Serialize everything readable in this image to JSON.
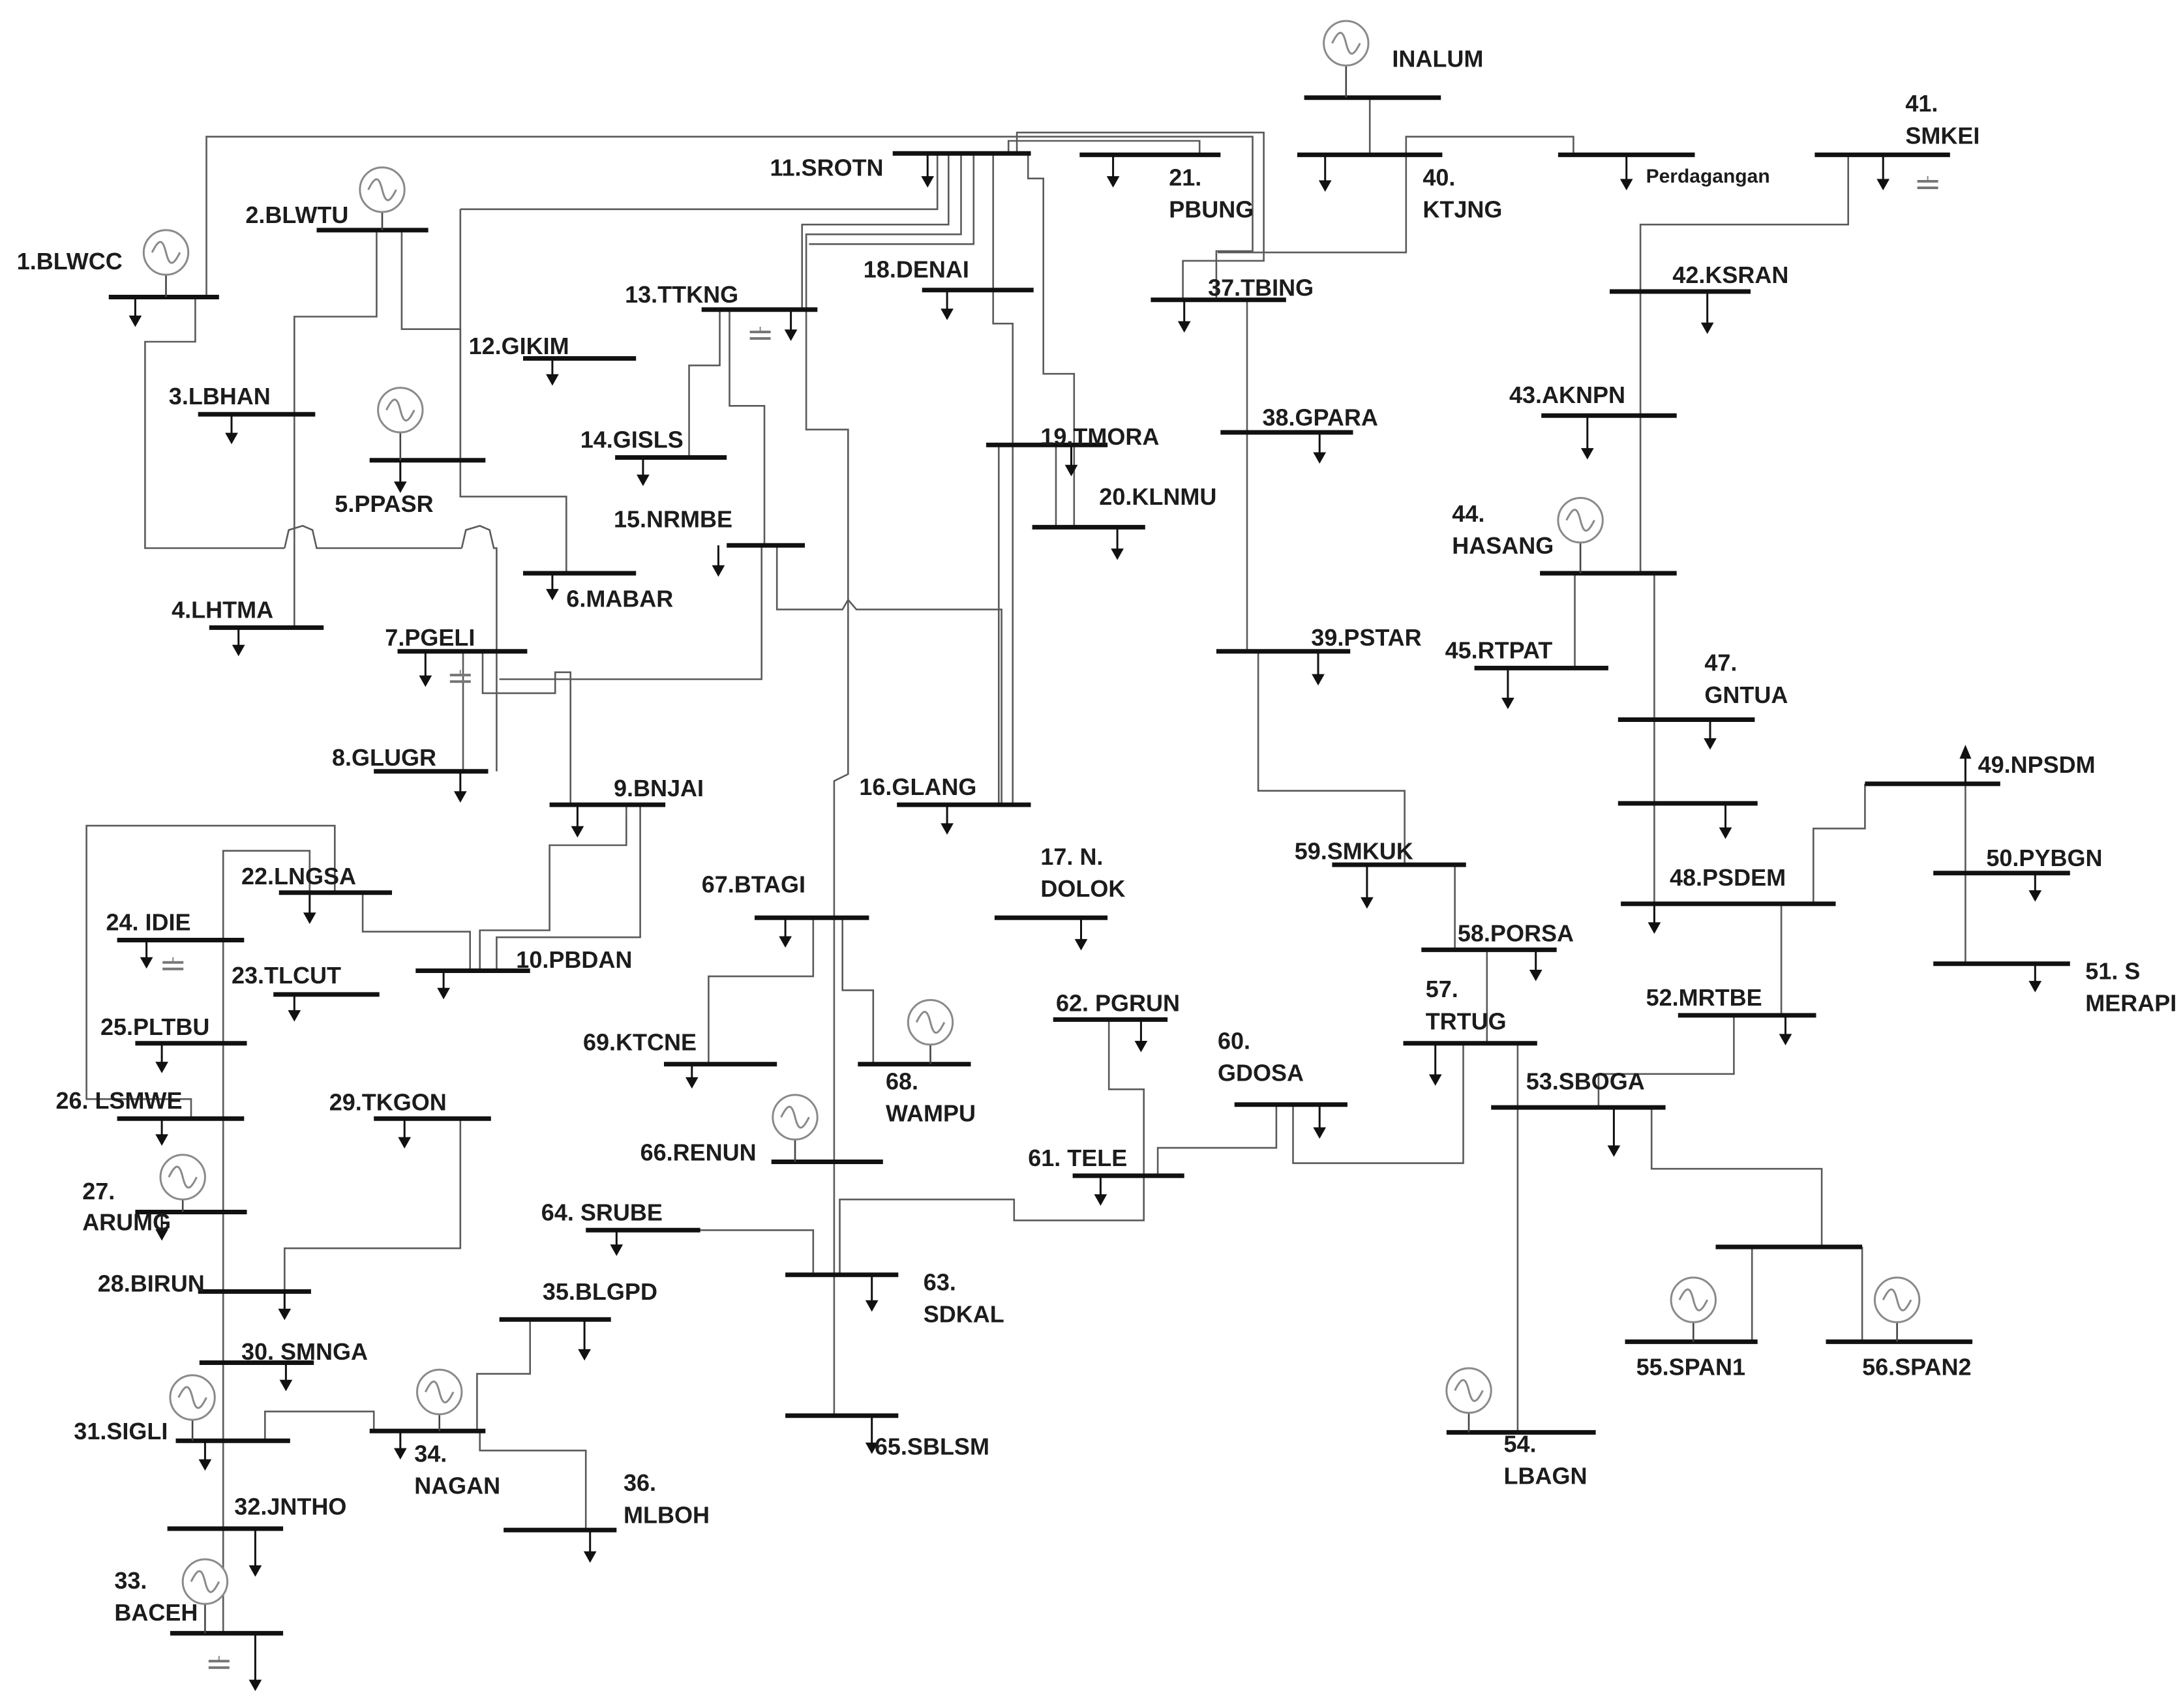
{
  "buses": [
    {
      "id": "b1",
      "name": "1.BLWCC"
    },
    {
      "id": "b2",
      "name": "2.BLWTU"
    },
    {
      "id": "b3",
      "name": "3.LBHAN"
    },
    {
      "id": "b4",
      "name": "4.LHTMA"
    },
    {
      "id": "b5",
      "name": "5.PPASR"
    },
    {
      "id": "b6",
      "name": "6.MABAR"
    },
    {
      "id": "b7",
      "name": "7.PGELI"
    },
    {
      "id": "b8",
      "name": "8.GLUGR"
    },
    {
      "id": "b9",
      "name": "9.BNJAI"
    },
    {
      "id": "b10",
      "name": "10.PBDAN"
    },
    {
      "id": "b11",
      "name": "11.SROTN"
    },
    {
      "id": "b12",
      "name": "12.GIKIM"
    },
    {
      "id": "b13",
      "name": "13.TTKNG"
    },
    {
      "id": "b14",
      "name": "14.GISLS"
    },
    {
      "id": "b15",
      "name": "15.NRMBE"
    },
    {
      "id": "b16",
      "name": "16.GLANG"
    },
    {
      "id": "b17",
      "name": "17. N.",
      "name2": "DOLOK"
    },
    {
      "id": "b18",
      "name": "18.DENAI"
    },
    {
      "id": "b19",
      "name": "19.TMORA"
    },
    {
      "id": "b20",
      "name": "20.KLNMU"
    },
    {
      "id": "b21",
      "name": "21.",
      "name2": "PBUNG"
    },
    {
      "id": "b22",
      "name": "22.LNGSA"
    },
    {
      "id": "b23",
      "name": "23.TLCUT"
    },
    {
      "id": "b24",
      "name": "24. IDIE"
    },
    {
      "id": "b25",
      "name": "25.PLTBU"
    },
    {
      "id": "b26",
      "name": "26. LSMWE"
    },
    {
      "id": "b27",
      "name": "27.",
      "name2": "ARUMG"
    },
    {
      "id": "b28",
      "name": "28.BIRUN"
    },
    {
      "id": "b29",
      "name": "29.TKGON"
    },
    {
      "id": "b30",
      "name": "30. SMNGA"
    },
    {
      "id": "b31",
      "name": "31.SIGLI"
    },
    {
      "id": "b32",
      "name": "32.JNTHO"
    },
    {
      "id": "b33",
      "name": "33.",
      "name2": "BACEH"
    },
    {
      "id": "b34",
      "name": "34.",
      "name2": "NAGAN"
    },
    {
      "id": "b35",
      "name": "35.BLGPD"
    },
    {
      "id": "b36",
      "name": "36.",
      "name2": "MLBOH"
    },
    {
      "id": "b37",
      "name": "37.TBING"
    },
    {
      "id": "b38",
      "name": "38.GPARA"
    },
    {
      "id": "b39",
      "name": "39.PSTAR"
    },
    {
      "id": "b40",
      "name": "40.",
      "name2": "KTJNG"
    },
    {
      "id": "b41",
      "name": "41.",
      "name2": "SMKEI"
    },
    {
      "id": "b42",
      "name": "42.KSRAN"
    },
    {
      "id": "b43",
      "name": "43.AKNPN"
    },
    {
      "id": "b44",
      "name": "44.",
      "name2": "HASANG"
    },
    {
      "id": "b45",
      "name": "45.RTPAT"
    },
    {
      "id": "b46",
      "name": ""
    },
    {
      "id": "b47",
      "name": "47.",
      "name2": "GNTUA"
    },
    {
      "id": "b48",
      "name": "48.PSDEM"
    },
    {
      "id": "b49",
      "name": "49.NPSDM"
    },
    {
      "id": "b50",
      "name": "50.PYBGN"
    },
    {
      "id": "b51",
      "name": "51. S",
      "name2": "MERAPI"
    },
    {
      "id": "b52",
      "name": "52.MRTBE"
    },
    {
      "id": "b53",
      "name": "53.SBOGA"
    },
    {
      "id": "b54",
      "name": "54.",
      "name2": "LBAGN"
    },
    {
      "id": "b55",
      "name": "55.SPAN1"
    },
    {
      "id": "b56",
      "name": "56.SPAN2"
    },
    {
      "id": "b57",
      "name": "57.",
      "name2": "TRTUG"
    },
    {
      "id": "b58",
      "name": "58.PORSA"
    },
    {
      "id": "b59",
      "name": "59.SMKUK"
    },
    {
      "id": "b60",
      "name": "60.",
      "name2": "GDOSA"
    },
    {
      "id": "b61",
      "name": "61. TELE"
    },
    {
      "id": "b62",
      "name": "62. PGRUN"
    },
    {
      "id": "b63",
      "name": "63.",
      "name2": "SDKAL"
    },
    {
      "id": "b64",
      "name": "64. SRUBE"
    },
    {
      "id": "b65",
      "name": "65.SBLSM"
    },
    {
      "id": "b66",
      "name": "66.RENUN"
    },
    {
      "id": "b67",
      "name": "67.BTAGI"
    },
    {
      "id": "b68",
      "name": "68.",
      "name2": "WAMPU"
    },
    {
      "id": "b69",
      "name": "69.KTCNE"
    },
    {
      "id": "inalum",
      "name": "INALUM"
    },
    {
      "id": "perdagangan",
      "name": "Perdagangan"
    },
    {
      "id": "b55b56",
      "name": ""
    }
  ],
  "legend_icons": {
    "generator": "generator-icon",
    "load": "load-arrow-icon",
    "capacitor": "capacitor-icon"
  },
  "colors": {
    "bus": "#111111",
    "line": "#5a5a5a",
    "generator": "#8a8a8a",
    "background": "#ffffff"
  }
}
